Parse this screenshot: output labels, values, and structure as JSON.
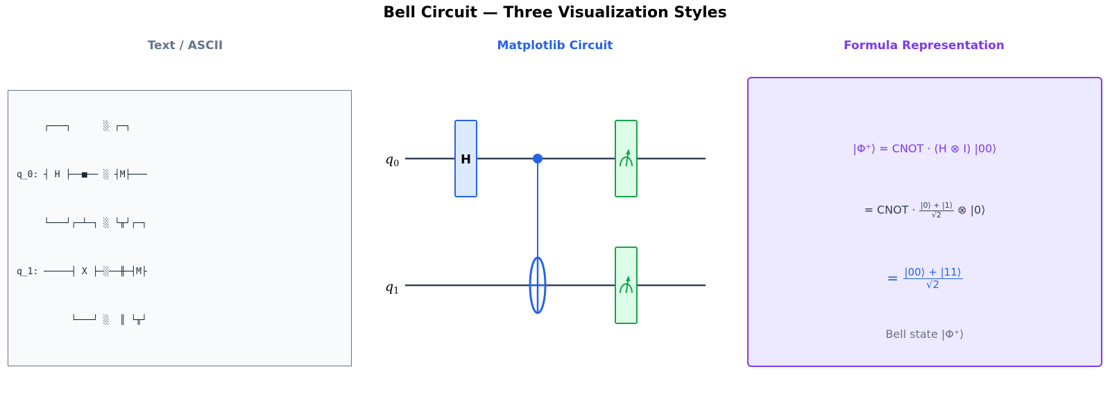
{
  "title": "Bell Circuit — Three Visualization Styles",
  "panels": {
    "ascii": {
      "title": "Text / ASCII",
      "color": "#64748b",
      "lines": [
        "     ┌───┐      ░ ┌─┐   ",
        "q_0: ┤ H ├──■── ░ ┤M├───",
        "     └───┘┌─┴─┐ ░ └╥┘┌─┐",
        "q_1: ─────┤ X ├─░──╫─┤M├",
        "          └───┘ ░  ║ └╥┘"
      ]
    },
    "circuit": {
      "title": "Matplotlib Circuit",
      "color": "#2563eb",
      "qubit_labels": [
        "q",
        "q"
      ],
      "qubit_subscripts": [
        "0",
        "1"
      ],
      "gates": {
        "h_label": "H",
        "h_fill": "#dbeafe",
        "h_stroke": "#2563eb",
        "cnot_color": "#2563eb",
        "measure_fill": "#dcfce7",
        "measure_stroke": "#16a34a"
      },
      "wire_color": "#334155"
    },
    "formula": {
      "title": "Formula Representation",
      "color": "#7c3aed",
      "line1": "|Φ⁺⟩ = CNOT · (H ⊗ I) |00⟩",
      "line2_prefix": "= CNOT ·",
      "line2_num": "|0⟩ + |1⟩",
      "line2_den": "√2",
      "line2_suffix": "⊗ |0⟩",
      "line3_prefix": "=",
      "line3_num": "|00⟩ + |11⟩",
      "line3_den": "√2",
      "line4": "Bell state |Φ⁺⟩"
    }
  }
}
